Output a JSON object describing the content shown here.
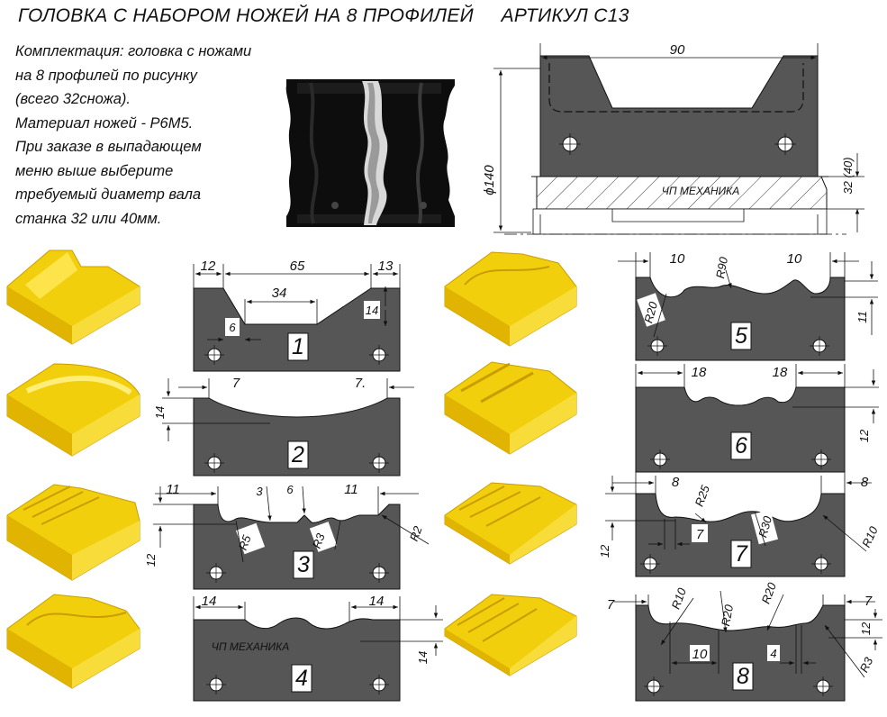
{
  "title": "ГОЛОВКА С НАБОРОМ НОЖЕЙ НА 8 ПРОФИЛЕЙ     АРТИКУЛ С13",
  "description": [
    "Комплектация: головка с ножами",
    "на 8 профилей по рисунку",
    "(всего 32сножа).",
    "Материал ножей - Р6М5.",
    "При заказе в выпадающем",
    "меню выше выберите",
    "требуемый диаметр вала",
    "станка 32 или 40мм."
  ],
  "main_drawing": {
    "width_dim": "90",
    "diameter_dim": "ϕ140",
    "bore_dim": "32 (40)",
    "stamp": "ЧП МЕХАНИКА"
  },
  "profiles": [
    {
      "number": "1",
      "dims": {
        "a": "12",
        "b": "65",
        "c": "13",
        "d": "34",
        "e": "6",
        "f": "14"
      }
    },
    {
      "number": "2",
      "dims": {
        "a": "7",
        "b": "7.",
        "c": "14"
      }
    },
    {
      "number": "3",
      "dims": {
        "a": "11",
        "b": "3",
        "c": "6",
        "d": "11",
        "e": "12",
        "r1": "R5",
        "r2": "R3",
        "r3": "R2"
      }
    },
    {
      "number": "4",
      "dims": {
        "a": "14",
        "b": "14",
        "c": "14"
      },
      "stamp": "ЧП МЕХАНИКА"
    },
    {
      "number": "5",
      "dims": {
        "a": "10",
        "b": "10",
        "c": "11",
        "r1": "R90",
        "r2": "R20"
      }
    },
    {
      "number": "6",
      "dims": {
        "a": "18",
        "b": "18",
        "c": "12"
      }
    },
    {
      "number": "7",
      "dims": {
        "a": "8",
        "b": "8",
        "c": "7",
        "d": "12",
        "r1": "R25",
        "r2": "R30",
        "r3": "R10"
      }
    },
    {
      "number": "8",
      "dims": {
        "a": "7",
        "b": "7",
        "c": "10",
        "d": "4",
        "e": "12",
        "r1": "R10",
        "r2": "R20",
        "r3": "R20",
        "r4": "R3"
      }
    }
  ],
  "colors": {
    "metal": "#565656",
    "gold": "#f4d10c",
    "gold_dark": "#c99c00",
    "line": "#111111"
  }
}
